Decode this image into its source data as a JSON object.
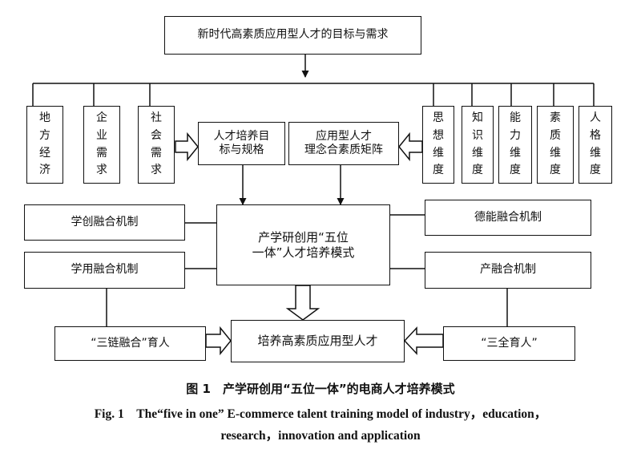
{
  "top_goal": "新时代高素质应用型人才的目标与需求",
  "left_needs": [
    "地方经济",
    "企业需求",
    "社会需求"
  ],
  "right_dimensions": [
    "思想维度",
    "知识维度",
    "能力维度",
    "素质维度",
    "人格维度"
  ],
  "training_goal": "人才培养目\n标与规格",
  "applied_matrix": "应用型人才\n理念合素质矩阵",
  "center_model": "产学研创用“五位\n一体”人才培养模式",
  "mechanisms": {
    "xuechuang": "学创融合机制",
    "xueyong": "学用融合机制",
    "deneng": "德能融合机制",
    "chanrong": "产融合机制"
  },
  "sanlian": "“三链融合”育人",
  "result": "培养高素质应用型人才",
  "sanquan": "“三全育人”",
  "caption": {
    "zh": "图 1　产学研创用“五位一体”的电商人才培养模式",
    "en_line1": "Fig. 1　The“five in one” E-commerce talent training model of industry，education，",
    "en_line2": "research，innovation and application"
  }
}
